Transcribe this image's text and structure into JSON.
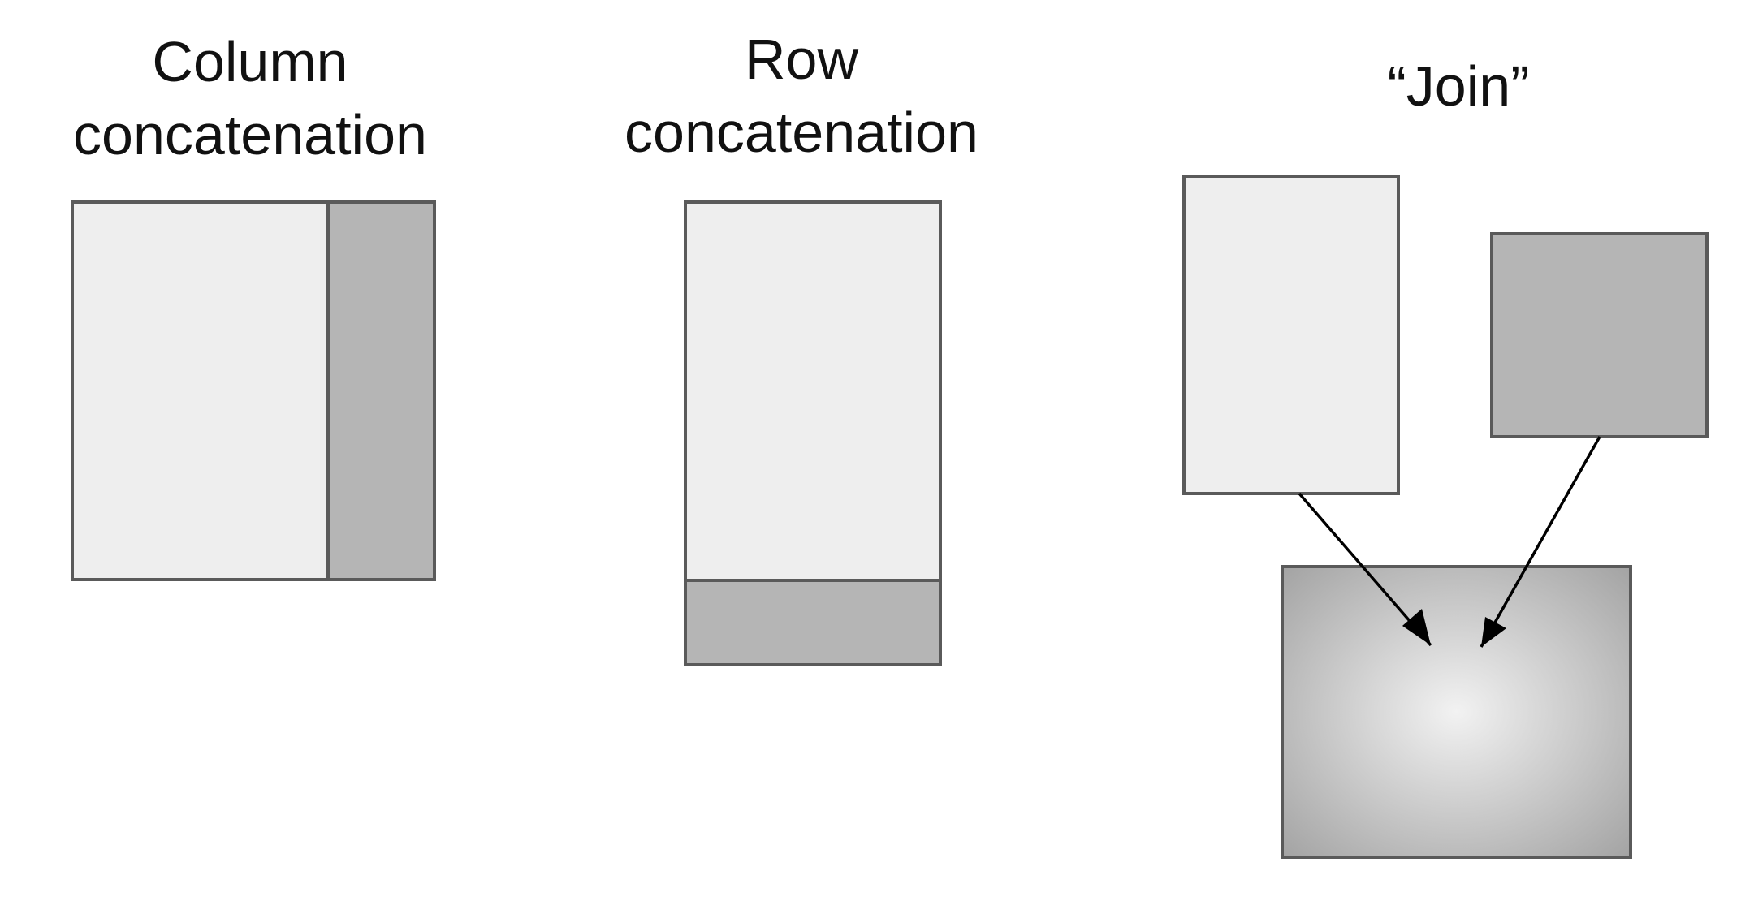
{
  "titles": {
    "column": [
      "Column",
      "concatenation"
    ],
    "row": [
      "Row",
      "concatenation"
    ],
    "join": "“Join”"
  },
  "colors": {
    "light_table": "#eeeeee",
    "dark_table": "#b5b5b5",
    "border": "#5a5a5a",
    "joined_center": "#f2f2f2",
    "joined_edge": "#9e9e9e",
    "arrow": "#000000"
  }
}
